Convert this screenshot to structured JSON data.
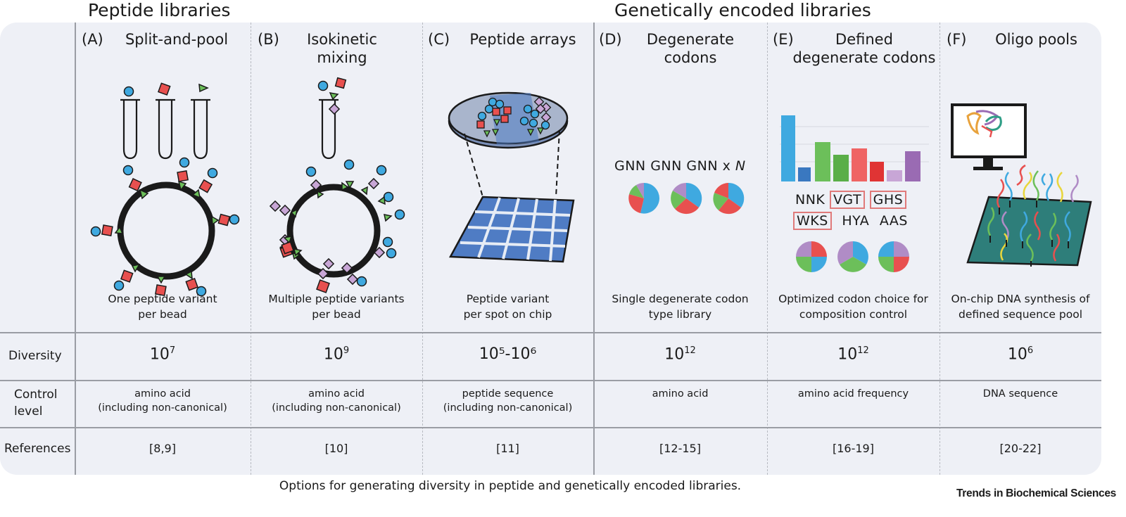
{
  "groups": {
    "peptide": "Peptide libraries",
    "genetic": "Genetically encoded libraries"
  },
  "columns": [
    {
      "letter": "(A)",
      "title": "Split-and-pool",
      "caption": "One peptide variant\nper bead",
      "diversity_base": "10",
      "diversity_exp": "7",
      "control": "amino acid\n(including non-canonical)",
      "references": "[8,9]"
    },
    {
      "letter": "(B)",
      "title": "Isokinetic\nmixing",
      "caption": "Multiple peptide variants\nper bead",
      "diversity_base": "10",
      "diversity_exp": "9",
      "control": "amino acid\n(including non-canonical)",
      "references": "[10]"
    },
    {
      "letter": "(C)",
      "title": "Peptide arrays",
      "caption": "Peptide variant\nper spot on chip",
      "diversity_text": "10⁵-10⁶",
      "control": "peptide sequence\n(including non-canonical)",
      "references": "[11]"
    },
    {
      "letter": "(D)",
      "title": "Degenerate\ncodons",
      "caption": "Single degenerate codon\ntype library",
      "diversity_base": "10",
      "diversity_exp": "12",
      "control": "amino acid",
      "references": "[12-15]"
    },
    {
      "letter": "(E)",
      "title": "Defined\ndegenerate codons",
      "caption": "Optimized codon choice for\ncomposition control",
      "diversity_base": "10",
      "diversity_exp": "12",
      "control": "amino acid frequency",
      "references": "[16-19]"
    },
    {
      "letter": "(F)",
      "title": "Oligo pools",
      "caption": "On-chip DNA synthesis of\ndefined sequence pool",
      "diversity_base": "10",
      "diversity_exp": "6",
      "control": "DNA sequence",
      "references": "[20-22]"
    }
  ],
  "row_labels": {
    "diversity": "Diversity",
    "control": "Control\nlevel",
    "references": "References"
  },
  "degenerate": {
    "formula": "GNN GNN GNN x ",
    "formula_var": "N"
  },
  "defined_codons": {
    "row1": [
      "NNK",
      "VGT",
      "GHS"
    ],
    "row2": [
      "WKS",
      "HYA",
      "AAS"
    ]
  },
  "footer": {
    "caption": "Options for generating diversity in peptide and genetically encoded libraries.",
    "brand": "Trends in Biochemical Sciences"
  },
  "colors": {
    "panel_bg": "#eef0f6",
    "blue": "#3fa9e0",
    "red": "#e8504f",
    "green": "#6cbf5a",
    "purple": "#b08cc6",
    "dark_purple": "#9a6bb3",
    "chip_blue": "#4f7cc4",
    "dna_chip": "#2e7e7a",
    "codon_box": "#e07a7a"
  }
}
